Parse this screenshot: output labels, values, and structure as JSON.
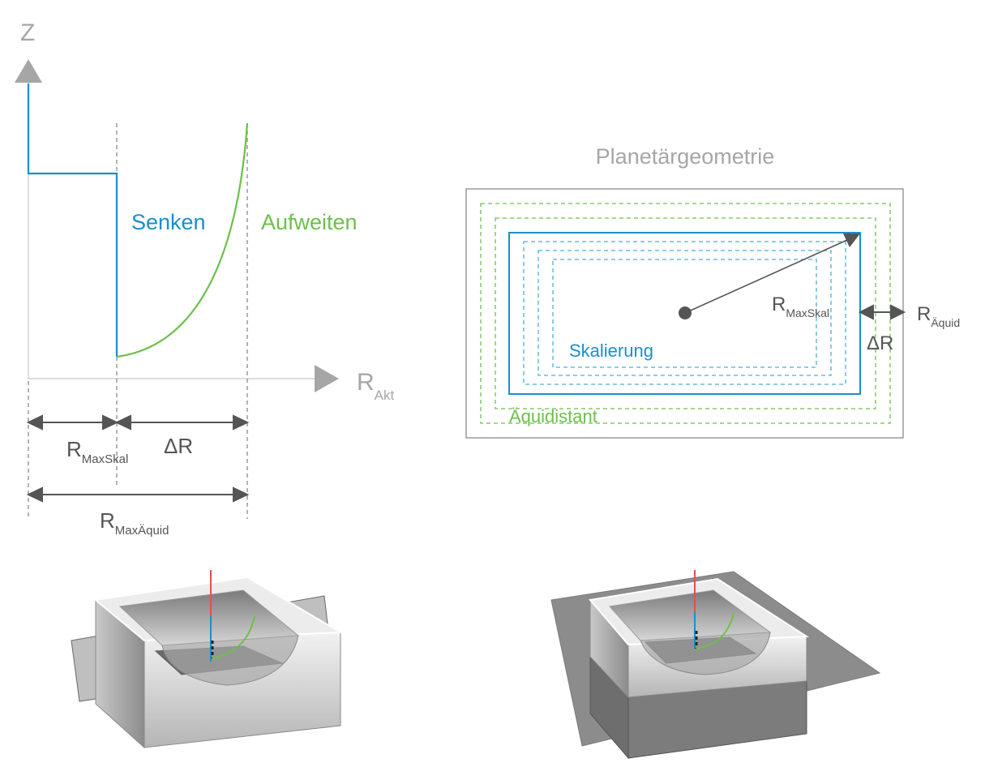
{
  "graph": {
    "z_axis_label": "Z",
    "r_axis_label": "R",
    "r_axis_sub": "Akt",
    "senken_label": "Senken",
    "aufweiten_label": "Aufweiten",
    "dim_maxskal_label": "R",
    "dim_maxskal_sub": "MaxSkal",
    "dim_delta_label": "ΔR",
    "dim_maxaequid_label": "R",
    "dim_maxaequid_sub": "MaxÄquid"
  },
  "planet": {
    "title": "Planetärgeometrie",
    "radius_label": "R",
    "radius_sub": "MaxSkal",
    "aequid_label": "R",
    "aequid_sub": "Äquid",
    "delta_label": "ΔR",
    "skalierung_label": "Skalierung",
    "aequidistant_label": "Äquidistant"
  },
  "colors": {
    "senken": "#1a8fcb",
    "aufweiten": "#6cc04a",
    "axis": "#a6a6a6",
    "dimension": "#555555",
    "tool_axis": "#e05050"
  }
}
